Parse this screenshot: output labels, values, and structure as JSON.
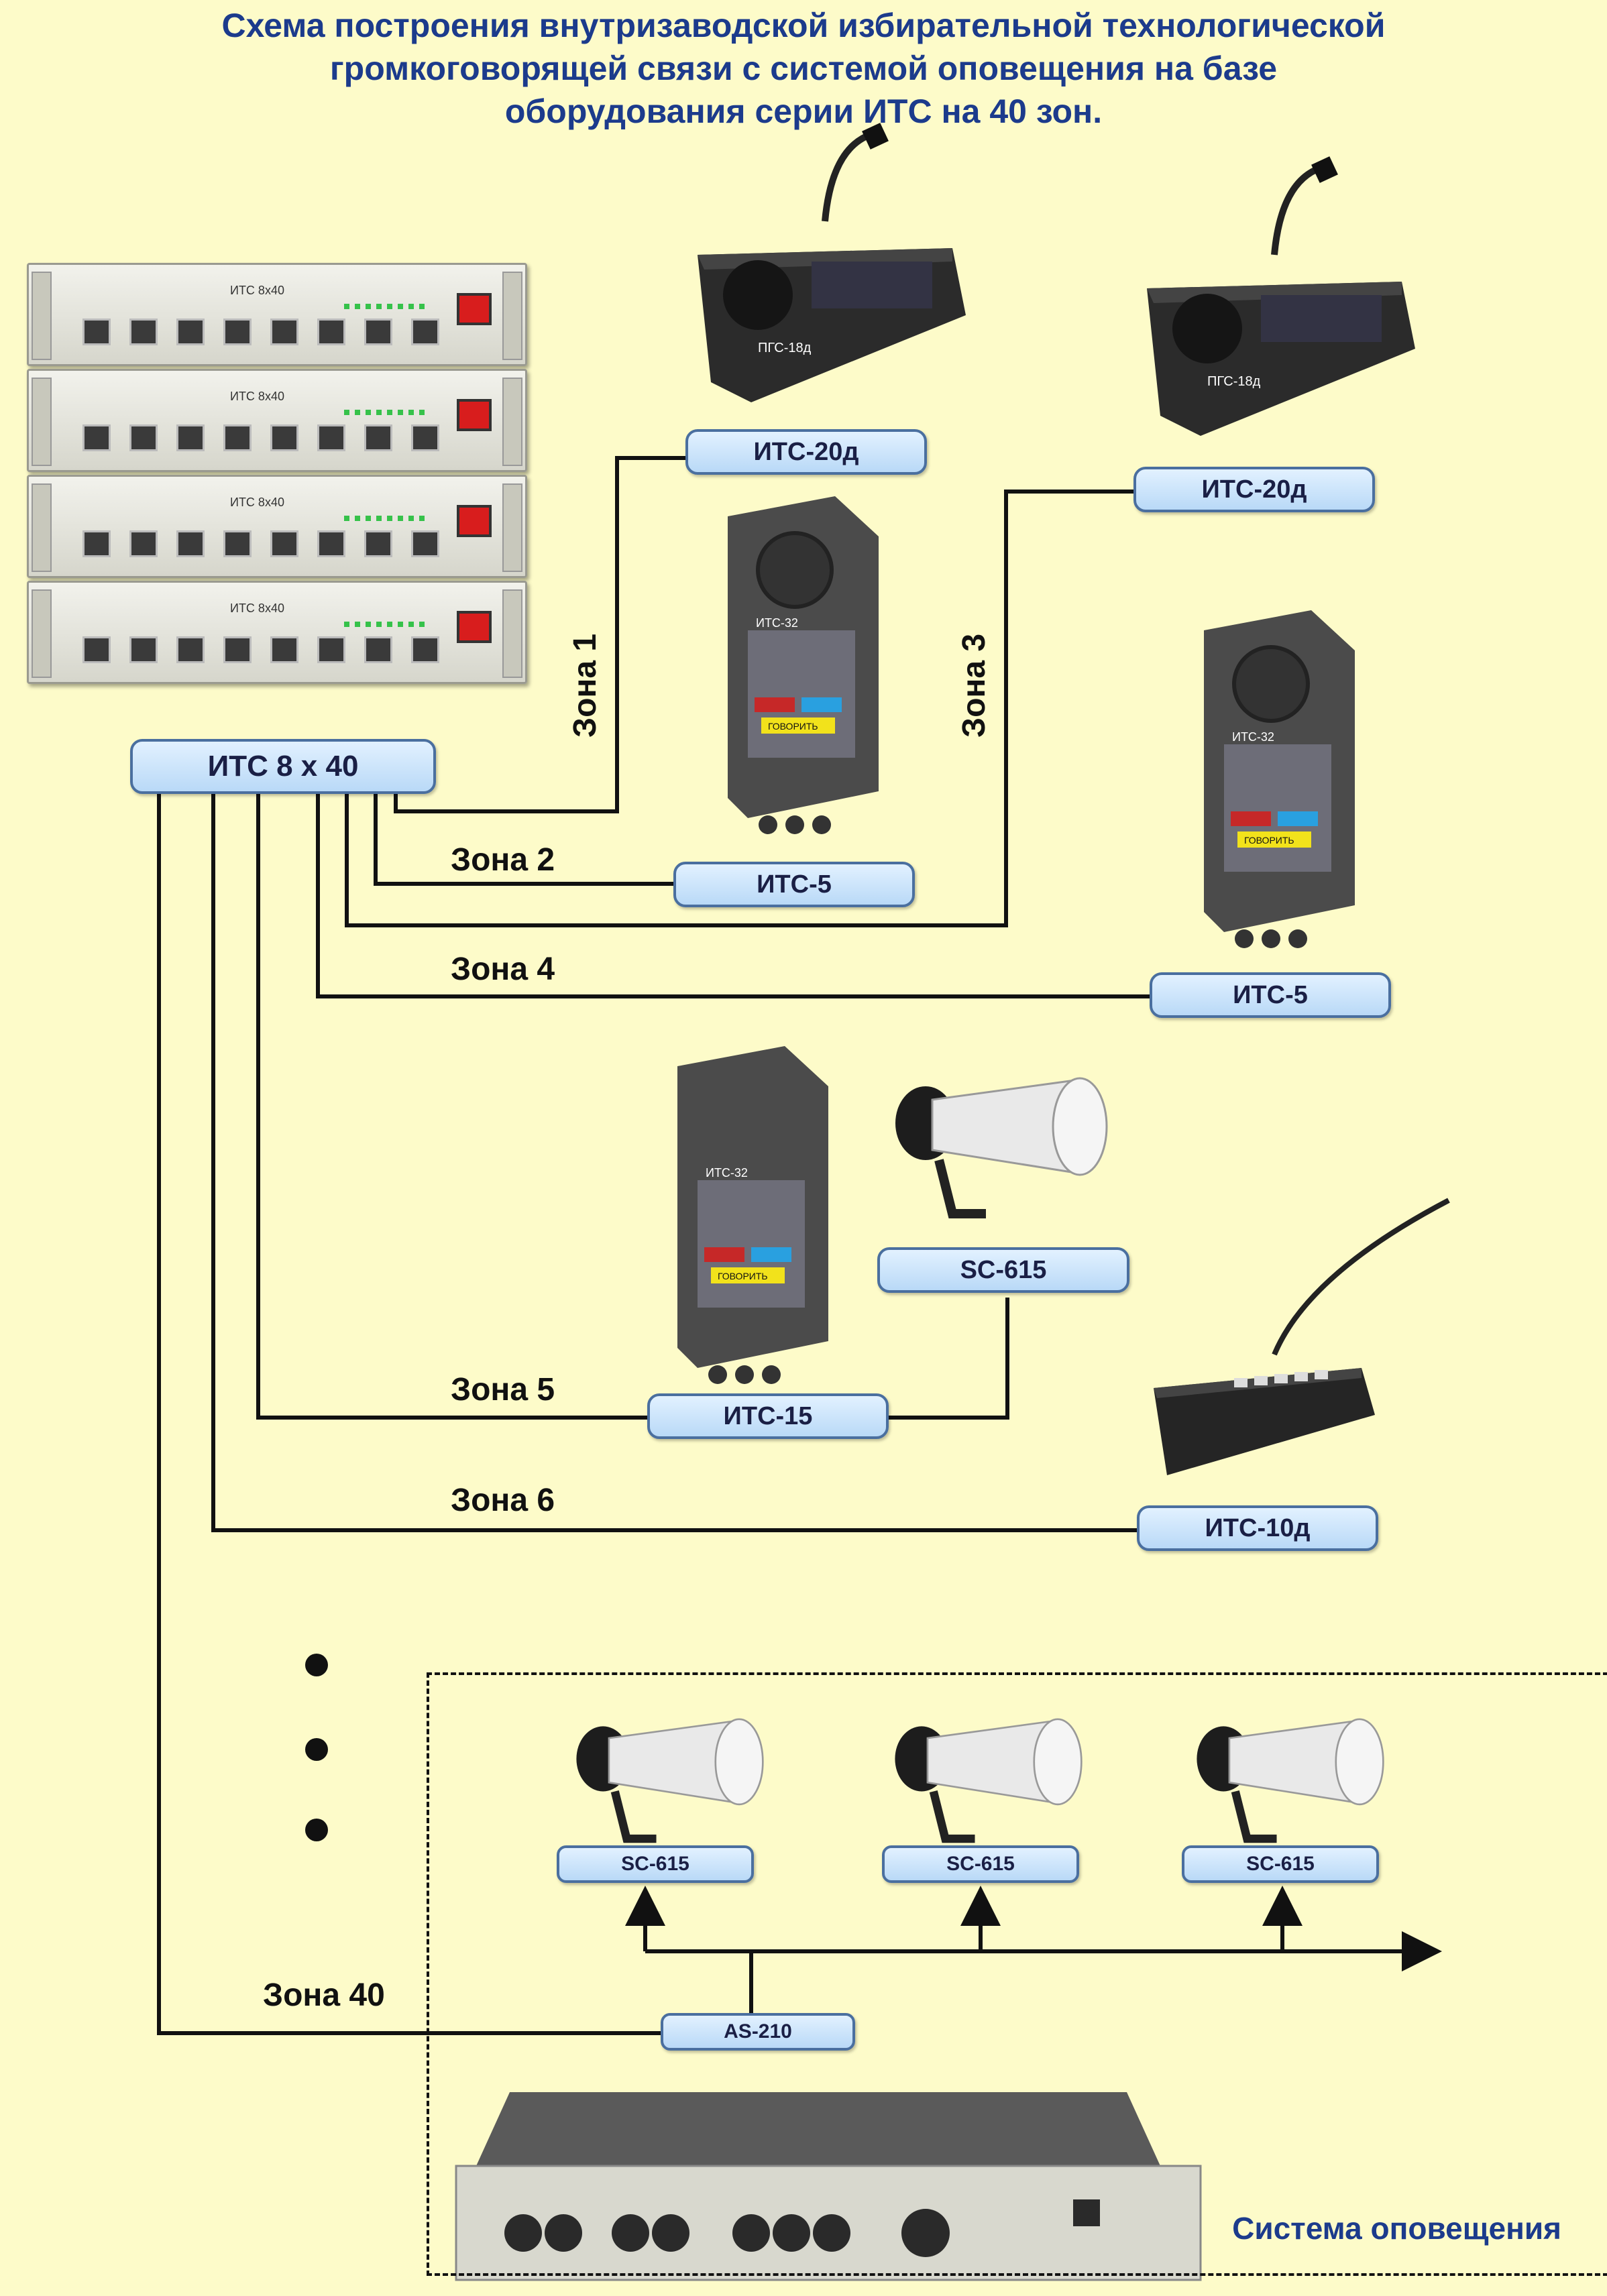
{
  "title": {
    "line1": "Схема построения внутризаводской избирательной технологической",
    "line2": "громкоговорящей связи с системой оповещения на базе",
    "line3": "оборудования серии ИТС на 40 зон."
  },
  "labels": {
    "main_unit": "ИТС 8 х 40",
    "zone1_device": "ИТС-20д",
    "zone2_device": "ИТС-5",
    "zone3_device": "ИТС-20д",
    "zone4_device": "ИТС-5",
    "zone5_device": "ИТС-15",
    "zone5_speaker": "SC-615",
    "zone6_device": "ИТС-10д",
    "amplifier": "AS-210",
    "speaker_1": "SC-615",
    "speaker_2": "SC-615",
    "speaker_3": "SC-615"
  },
  "zones": {
    "z1": "Зона 1",
    "z2": "Зона 2",
    "z3": "Зона 3",
    "z4": "Зона 4",
    "z5": "Зона 5",
    "z6": "Зона 6",
    "z40": "Зона 40"
  },
  "device_text": {
    "rack_model": "ИТС 8х40",
    "desk_model": "ПГС-18д",
    "panel_model": "ИТС-32",
    "panel_button": "ГОВОРИТЬ"
  },
  "system_caption": "Система оповещения",
  "colors": {
    "background": "#fdfbc9",
    "title": "#1c3b8c",
    "label_fill": "#cfe6fb",
    "label_border": "#4a6f9f",
    "wire": "#111111"
  }
}
